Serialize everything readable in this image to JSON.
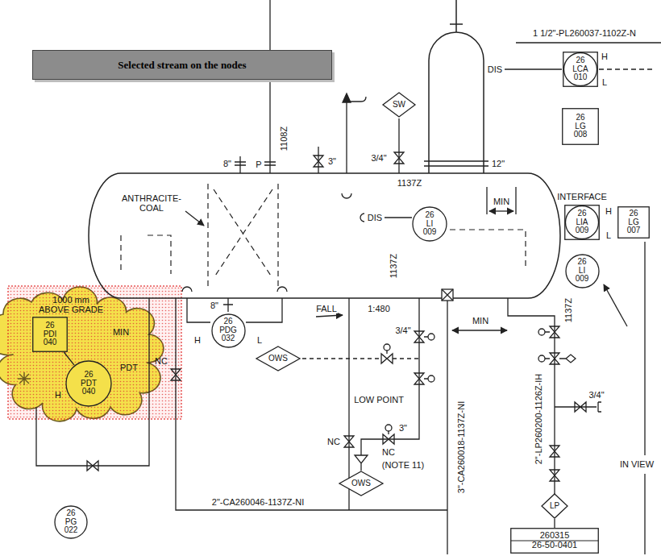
{
  "diagram": {
    "title": "Selected stream on the nodes",
    "nodes": [
      {
        "text": [
          "26",
          "LCA",
          "010"
        ]
      },
      {
        "text": [
          "SW"
        ]
      },
      {
        "text": [
          "26",
          "LG",
          "008"
        ]
      },
      {
        "text": [
          "26",
          "LI",
          "009"
        ]
      },
      {
        "text": [
          "26",
          "LIA",
          "009"
        ]
      },
      {
        "text": [
          "26",
          "LG",
          "007"
        ]
      },
      {
        "text": [
          "26",
          "LI",
          "009"
        ]
      },
      {
        "text": [
          "26",
          "PDG",
          "032"
        ]
      },
      {
        "text": [
          "26",
          "PDI",
          "040"
        ]
      },
      {
        "text": [
          "OWS"
        ]
      },
      {
        "text": [
          "26",
          "PDT",
          "040"
        ]
      },
      {
        "text": [
          "OWS"
        ]
      },
      {
        "text": [
          "LP"
        ]
      },
      {
        "text": [
          "26",
          "PG",
          "022"
        ]
      },
      {
        "text": [
          "260315",
          "26-50-0401"
        ]
      }
    ],
    "edges": [
      {
        "from": 8,
        "to": 10,
        "arrow": "none"
      },
      {
        "from": 12,
        "to": 14,
        "arrow": "none"
      }
    ],
    "labels": [
      "1 1/2\"-PL260037-1102Z-N",
      "DIS",
      "H",
      "L",
      "8\"",
      "P",
      "1108Z",
      "3\"",
      "3/4\"",
      "12\"",
      "1137Z",
      "INTERFACE",
      "MIN",
      "ANTHRACITE- COAL",
      "H",
      "DIS",
      "L",
      "1137Z",
      "8\"",
      "1000 mm ABOVE GRADE",
      "FALL",
      "1:480",
      "1137Z",
      "MIN",
      "3/4\"",
      "MIN",
      "H",
      "L",
      "NC",
      "PDT",
      "H",
      "3/4\"",
      "LOW POINT",
      "2\"-LP260200-1126Z-IH",
      "3\"",
      "NC",
      "3\"-CA260018-1137Z-NI",
      "NC",
      "(NOTE 11)",
      "IN VIEW",
      "2\"-CA260046-1137Z-NI"
    ]
  }
}
